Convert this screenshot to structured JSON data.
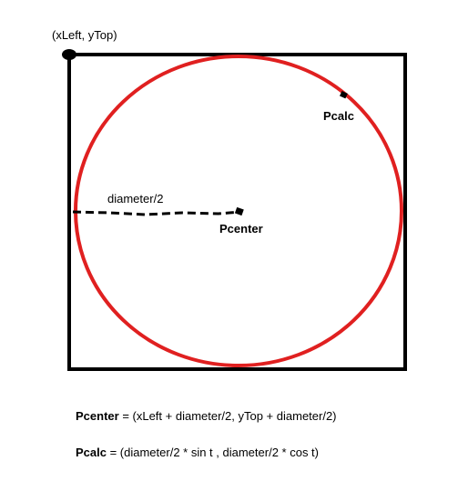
{
  "labels": {
    "corner": "(xLeft, yTop)",
    "radius": "diameter/2",
    "center": "Pcenter",
    "calc_point": "Pcalc"
  },
  "formulas": {
    "center": {
      "name": "Pcenter",
      "expr": " = (xLeft + diameter/2, yTop + diameter/2)"
    },
    "calc": {
      "name": "Pcalc",
      "expr": " = (diameter/2 * sin t , diameter/2 * cos t)"
    }
  },
  "colors": {
    "square": "#000000",
    "circle": "#e02020",
    "radius_line": "#000000"
  }
}
